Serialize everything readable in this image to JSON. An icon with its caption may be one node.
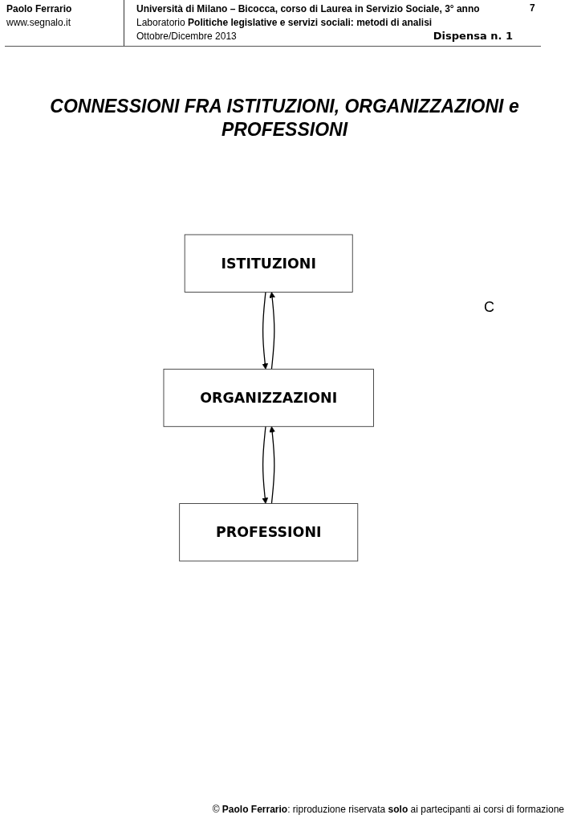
{
  "diagram": {
    "title": "CONNESSIONI FRA ISTITUZIONI, ORGANIZZAZIONI e PROFESSIONI",
    "nodes": [
      {
        "text": [
          "ISTITUZIONI"
        ]
      },
      {
        "text": [
          "ORGANIZZAZIONI"
        ]
      },
      {
        "text": [
          "PROFESSIONI"
        ]
      }
    ],
    "edges": [
      {
        "from": 1,
        "to": 0,
        "arrow": "to"
      },
      {
        "from": 0,
        "to": 1,
        "arrow": "to"
      },
      {
        "from": 1,
        "to": 2,
        "arrow": "to"
      },
      {
        "from": 2,
        "to": 1,
        "arrow": "to"
      }
    ],
    "labels": [
      "Paolo Ferrario",
      "www.segnalo.it",
      "Università di Milano – Bicocca, corso di Laurea in Servizio Sociale, 3° anno",
      "Laboratorio **Politiche legislative e servizi sociali: metodi di analisi**",
      "Ottobre/Dicembre 2013",
      "Dispensa n. 1",
      "7",
      "C",
      "© **Paolo Ferrario**: riproduzione riservata **solo** ai partecipanti ai corsi di formazione"
    ]
  }
}
